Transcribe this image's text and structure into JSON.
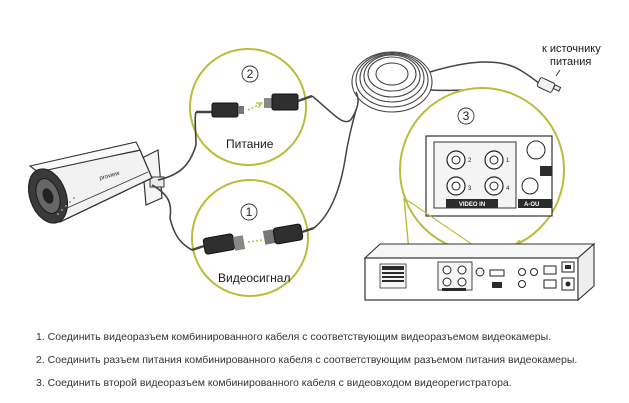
{
  "labels": {
    "power": "Питание",
    "video": "Видеосигнал",
    "source_line1": "к источнику",
    "source_line2": "питания",
    "panel_video_in": "VIDEO IN",
    "panel_aout": "A-OU"
  },
  "steps": {
    "step1_num": "1",
    "step2_num": "2",
    "step3_num": "3"
  },
  "ports": [
    "1",
    "2",
    "3",
    "4"
  ],
  "instructions": [
    "1. Соединить видеоразъем комбинированного кабеля с соответствующим видеоразъемом видеокамеры.",
    "2. Соединить разъем питания комбинированного кабеля с соответствующим разъемом питания видеокамеры.",
    "3. Соединить второй видеоразъем  комбинированного кабеля с видеовходом видеорегистратора."
  ],
  "colors": {
    "callout_ring": "#b8bd3a",
    "line": "#333333",
    "panel_dark": "#2b2b2b",
    "cable": "#555555"
  }
}
